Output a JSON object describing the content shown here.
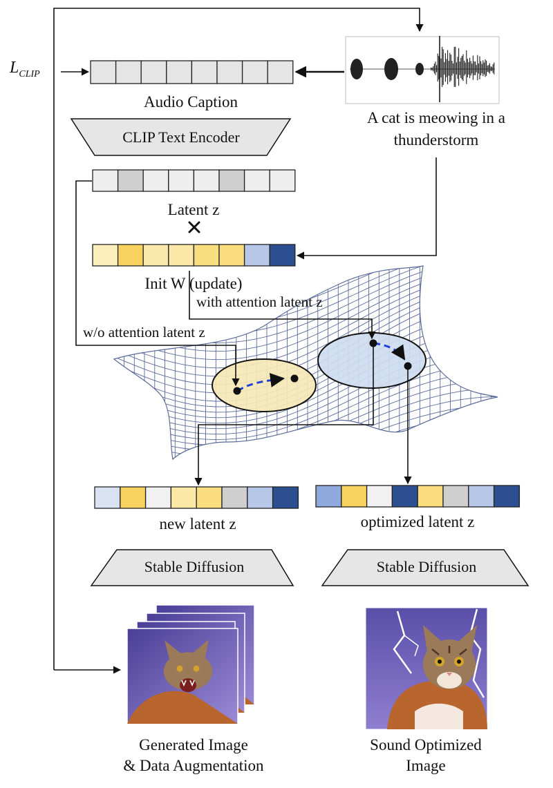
{
  "loss_label": {
    "symbol": "L",
    "subscript": "CLIP"
  },
  "audio": {
    "caption_line1": "A cat is meowing in a",
    "caption_line2": "thunderstorm"
  },
  "vectors": {
    "audio_caption": {
      "label": "Audio Caption",
      "colors": [
        "#e5e5e5",
        "#e5e5e5",
        "#e5e5e5",
        "#e5e5e5",
        "#e5e5e5",
        "#e5e5e5",
        "#e5e5e5",
        "#e5e5e5"
      ]
    },
    "latent_z": {
      "label": "Latent z",
      "colors": [
        "#eeeeee",
        "#cfcfcf",
        "#eeeeee",
        "#eeeeee",
        "#eeeeee",
        "#cfcfcf",
        "#eeeeee",
        "#eeeeee"
      ]
    },
    "init_w": {
      "label": "Init W (update)",
      "colors": [
        "#fbeebb",
        "#f7d25e",
        "#fbe9ab",
        "#fbe8a8",
        "#f9de80",
        "#f9dd7e",
        "#b6c7e8",
        "#2b4f91"
      ]
    },
    "new_latent": {
      "label": "new  latent z",
      "colors": [
        "#d9e2f3",
        "#f7d25e",
        "#f1f1f1",
        "#fbe7a6",
        "#f9dd7e",
        "#cfcfcf",
        "#b6c7e8",
        "#2b4f91"
      ]
    },
    "optimized_latent": {
      "label": "optimized  latent z",
      "colors": [
        "#8fa9dc",
        "#f7d25e",
        "#f1f1f1",
        "#2b4f91",
        "#f9dd7e",
        "#cfcfcf",
        "#b6c7e8",
        "#2b4f91"
      ]
    }
  },
  "multiply_symbol": "×",
  "encoder": {
    "label": "CLIP Text Encoder"
  },
  "branch_labels": {
    "with_attention": "with attention latent z",
    "without_attention": "w/o attention latent z"
  },
  "decoders": {
    "left": "Stable Diffusion",
    "right": "Stable Diffusion"
  },
  "outputs": {
    "left_line1": "Generated Image",
    "left_line2": "& Data Augmentation",
    "right_line1": "Sound Optimized",
    "right_line2": "Image"
  },
  "colors": {
    "ellipse_yellow": "#f5e7b5",
    "ellipse_blue": "#cddcf0",
    "path_blue": "#1f3fd6",
    "grid": "#5a6a9a"
  },
  "icons": {
    "waveform": "audio-waveform-icon",
    "cat_stack": "cat-image-stack",
    "cat_lightning": "cat-lightning-image"
  }
}
